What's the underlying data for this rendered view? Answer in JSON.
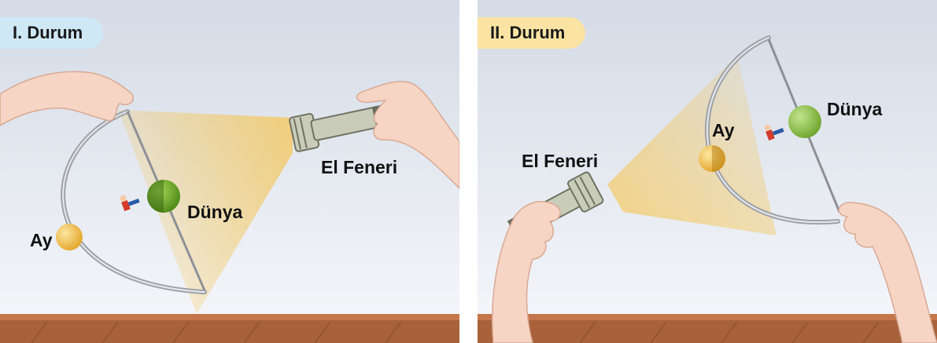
{
  "panels": [
    {
      "title": "I. Durum",
      "labels": {
        "ay": "Ay",
        "dunya": "Dünya",
        "el_feneri": "El Feneri"
      }
    },
    {
      "title": "II. Durum",
      "labels": {
        "ay": "Ay",
        "dunya": "Dünya",
        "el_feneri": "El Feneri"
      }
    }
  ],
  "colors": {
    "wall_top": "#d6dde7",
    "wall_bottom": "#f2f4f8",
    "floor": "#a8623a",
    "floor_trim": "#c4764a",
    "light_beam": "#f6c34b",
    "moon": "#f2c54e",
    "earth": "#7cbb2e",
    "flashlight": "#c9ccb8",
    "skin": "#f7d5c4"
  },
  "icons": [
    "hand-icon",
    "flashlight-icon",
    "person-figure-icon",
    "wire-frame-icon"
  ]
}
